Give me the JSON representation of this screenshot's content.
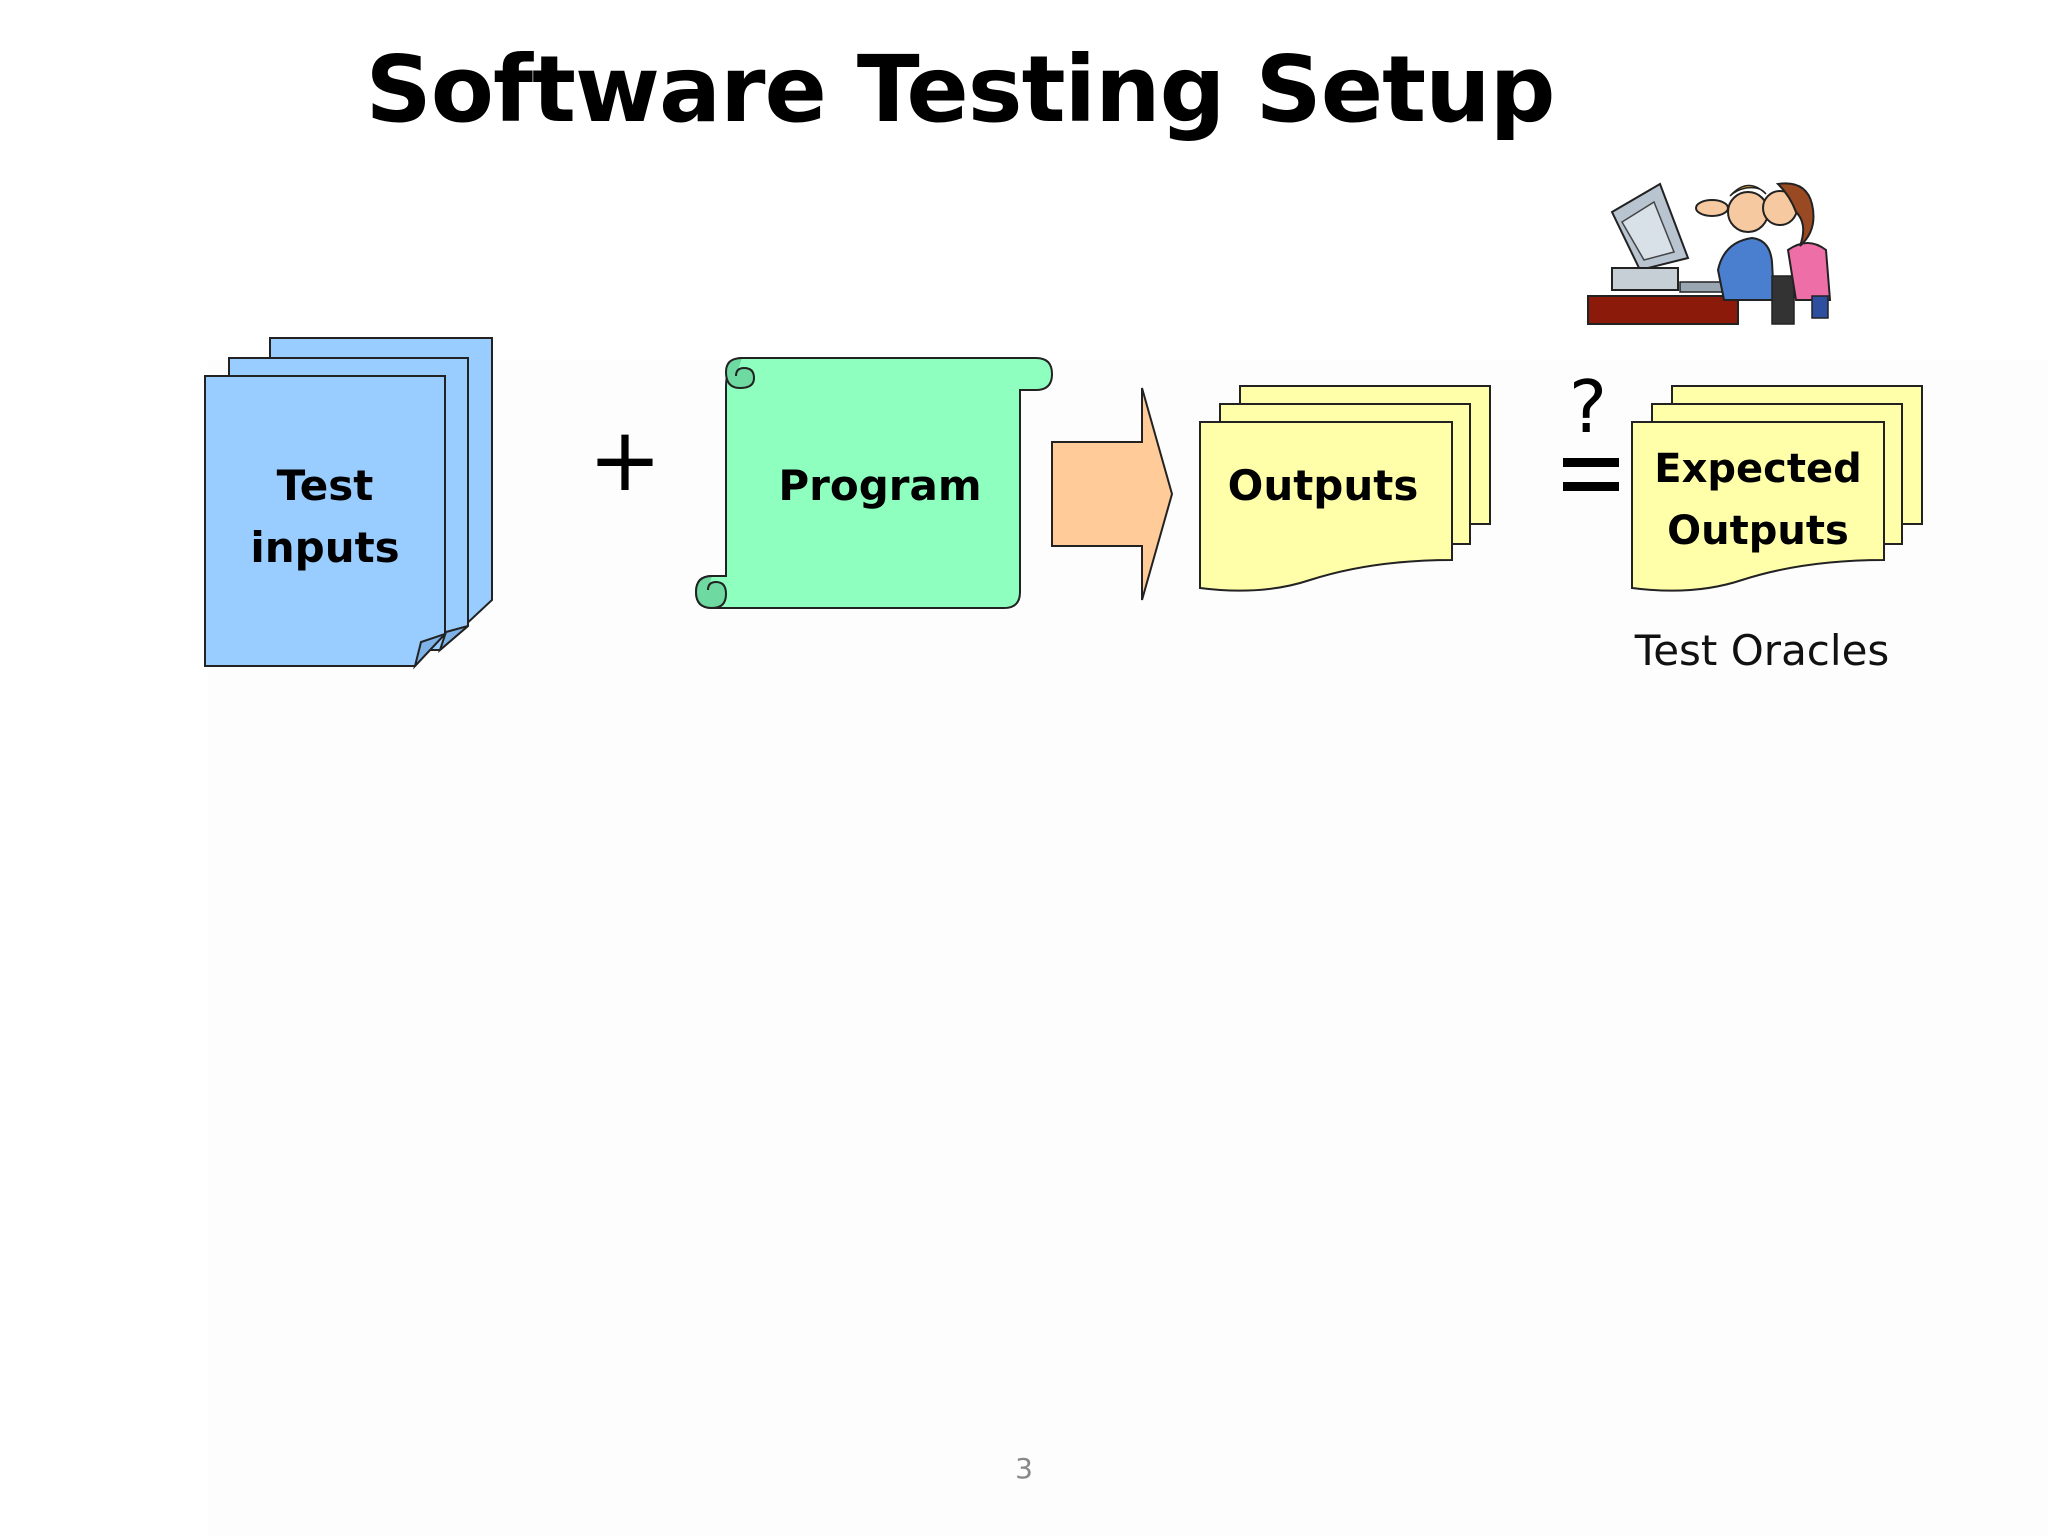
{
  "slide": {
    "title": "Software Testing Setup",
    "page_number": "3"
  },
  "diagram": {
    "test_inputs": {
      "line1": "Test",
      "line2": "inputs",
      "fill": "#99CCFF"
    },
    "plus_symbol": "+",
    "program": {
      "label": "Program",
      "fill": "#8FFFC0",
      "curl_fill": "#6ED9A0"
    },
    "arrow": {
      "fill": "#FFCC99"
    },
    "outputs": {
      "label": "Outputs",
      "fill": "#FFFFAA"
    },
    "comparison": {
      "question_mark": "?",
      "equals": "="
    },
    "expected_outputs": {
      "line1": "Expected",
      "line2": "Outputs",
      "fill": "#FFFFAA"
    },
    "oracle_caption": "Test Oracles"
  },
  "icons": {
    "illustration": "people-at-computer-cartoon-icon"
  }
}
